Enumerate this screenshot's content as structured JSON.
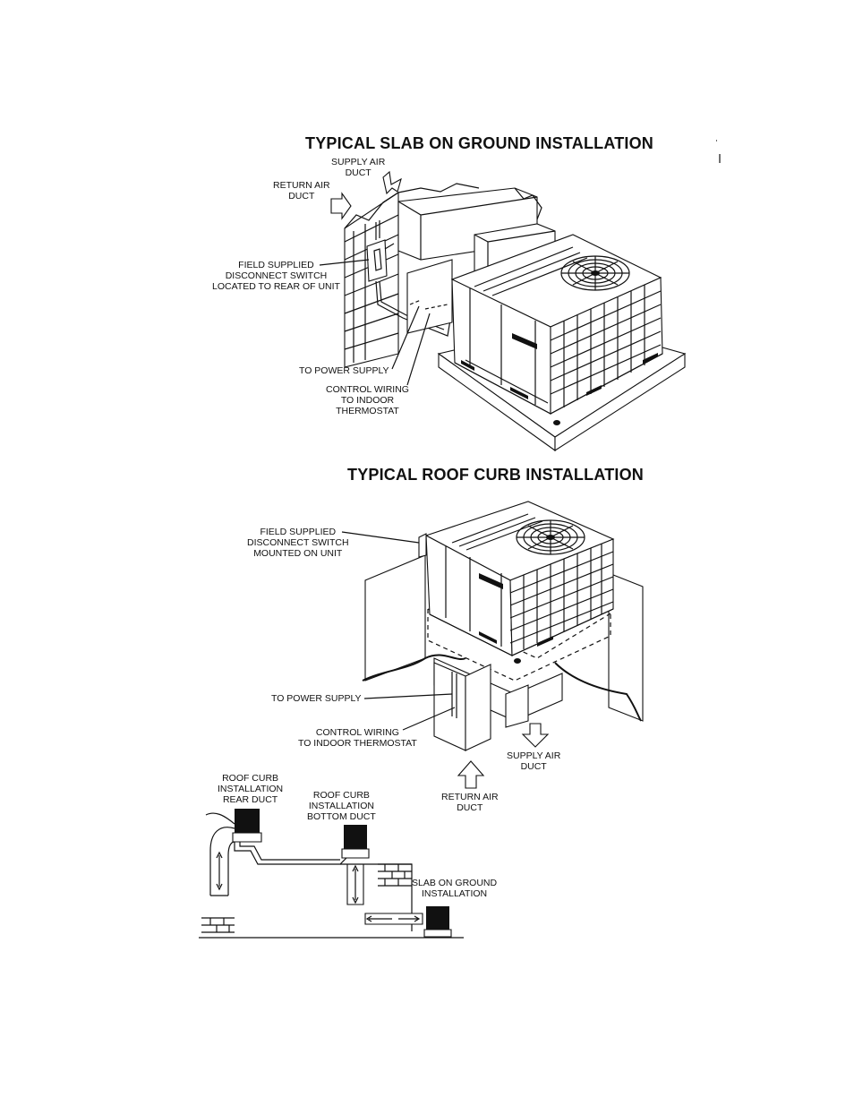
{
  "figure1": {
    "title": "TYPICAL SLAB ON GROUND INSTALLATION",
    "labels": {
      "supply_air_duct": [
        "SUPPLY AIR",
        "DUCT"
      ],
      "return_air_duct": [
        "RETURN AIR",
        "DUCT"
      ],
      "disconnect": [
        "FIELD SUPPLIED",
        "DISCONNECT SWITCH",
        "LOCATED TO REAR OF UNIT"
      ],
      "power_supply": [
        "TO POWER SUPPLY"
      ],
      "control_wiring": [
        "CONTROL WIRING",
        "TO INDOOR",
        "THERMOSTAT"
      ]
    }
  },
  "figure2": {
    "title": "TYPICAL ROOF CURB INSTALLATION",
    "labels": {
      "disconnect": [
        "FIELD SUPPLIED",
        "DISCONNECT SWITCH",
        "MOUNTED ON UNIT"
      ],
      "power_supply": [
        "TO POWER SUPPLY"
      ],
      "control_wiring": [
        "CONTROL WIRING",
        "TO INDOOR THERMOSTAT"
      ],
      "supply_air_duct": [
        "SUPPLY AIR",
        "DUCT"
      ],
      "return_air_duct": [
        "RETURN AIR",
        "DUCT"
      ]
    }
  },
  "figure3": {
    "labels": {
      "rear_duct": [
        "ROOF CURB",
        "INSTALLATION",
        "REAR DUCT"
      ],
      "bottom_duct": [
        "ROOF CURB",
        "INSTALLATION",
        "BOTTOM DUCT"
      ],
      "slab": [
        "SLAB ON GROUND",
        "INSTALLATION"
      ]
    }
  }
}
